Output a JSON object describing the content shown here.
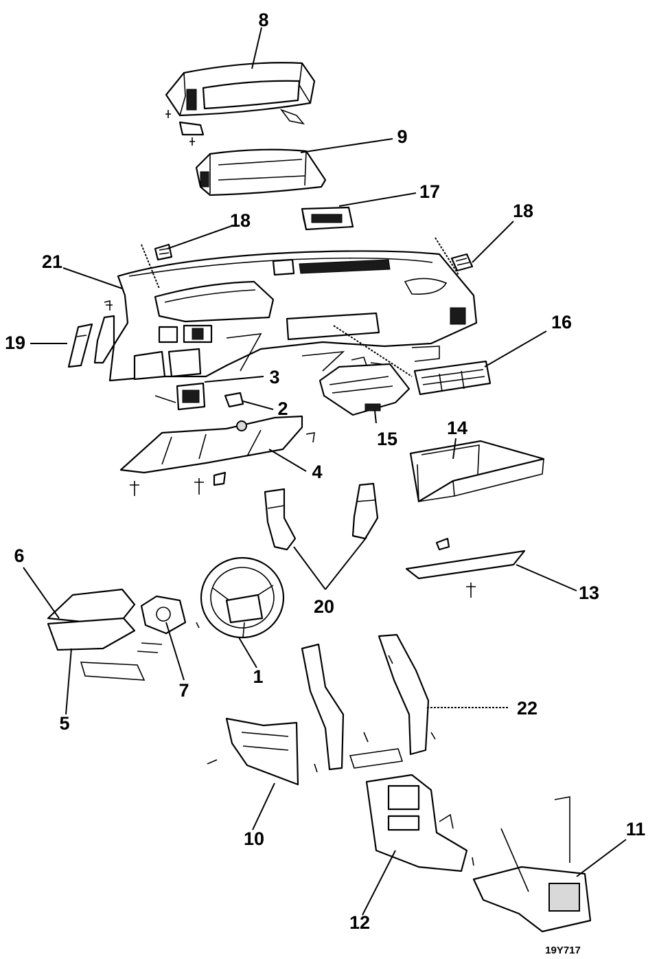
{
  "callouts": {
    "c1": "1",
    "c2": "2",
    "c3": "3",
    "c4": "4",
    "c5": "5",
    "c6": "6",
    "c7": "7",
    "c8": "8",
    "c9": "9",
    "c10": "10",
    "c11": "11",
    "c12": "12",
    "c13": "13",
    "c14": "14",
    "c15": "15",
    "c16": "16",
    "c17": "17",
    "c18a": "18",
    "c18b": "18",
    "c19": "19",
    "c20": "20",
    "c21": "21",
    "c22": "22"
  },
  "figure_code": "19Y717"
}
